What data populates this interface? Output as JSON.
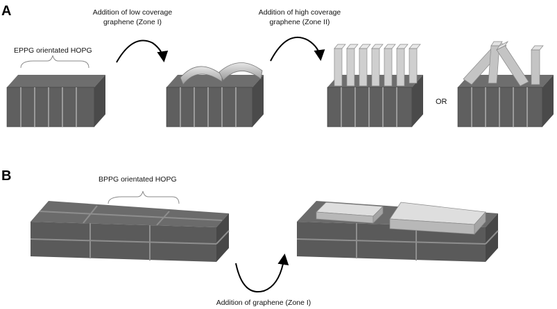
{
  "panels": {
    "a": "A",
    "b": "B"
  },
  "panel_a": {
    "substrate_label": "EPPG orientated HOPG",
    "step1": {
      "line1": "Addition of low coverage",
      "line2": "graphene (Zone I)"
    },
    "step2": {
      "line1": "Addition of high coverage",
      "line2": "graphene (Zone II)"
    },
    "or_label": "OR"
  },
  "panel_b": {
    "substrate_label": "BPPG orientated HOPG",
    "step": "Addition of graphene (Zone I)"
  },
  "colors": {
    "hopg_front": "#5f5f5f",
    "hopg_top": "#6e6e6e",
    "hopg_side": "#4a4a4a",
    "graphene_light": "#d4d4d4",
    "graphene_mid": "#b8b8b8",
    "arrow": "#000000"
  }
}
